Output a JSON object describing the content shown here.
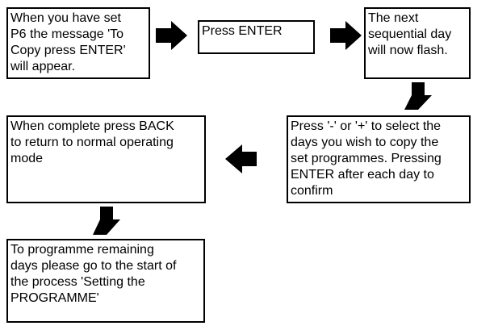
{
  "steps": [
    {
      "text": "When you have set\nP6 the message 'To\nCopy press ENTER'\nwill appear."
    },
    {
      "text": "Press ENTER"
    },
    {
      "text": "The next\nsequential day\nwill now flash."
    },
    {
      "text": "Press '-' or '+' to select the\ndays you wish to copy the\nset programmes. Pressing\nENTER after each day to\nconfirm"
    },
    {
      "text": "When complete press BACK\nto return to normal operating\nmode"
    },
    {
      "text": "To programme remaining\ndays please go to the start of\nthe process 'Setting the\nPROGRAMME'"
    }
  ],
  "colors": {
    "border": "#000000",
    "arrow": "#000000",
    "background": "#ffffff"
  }
}
